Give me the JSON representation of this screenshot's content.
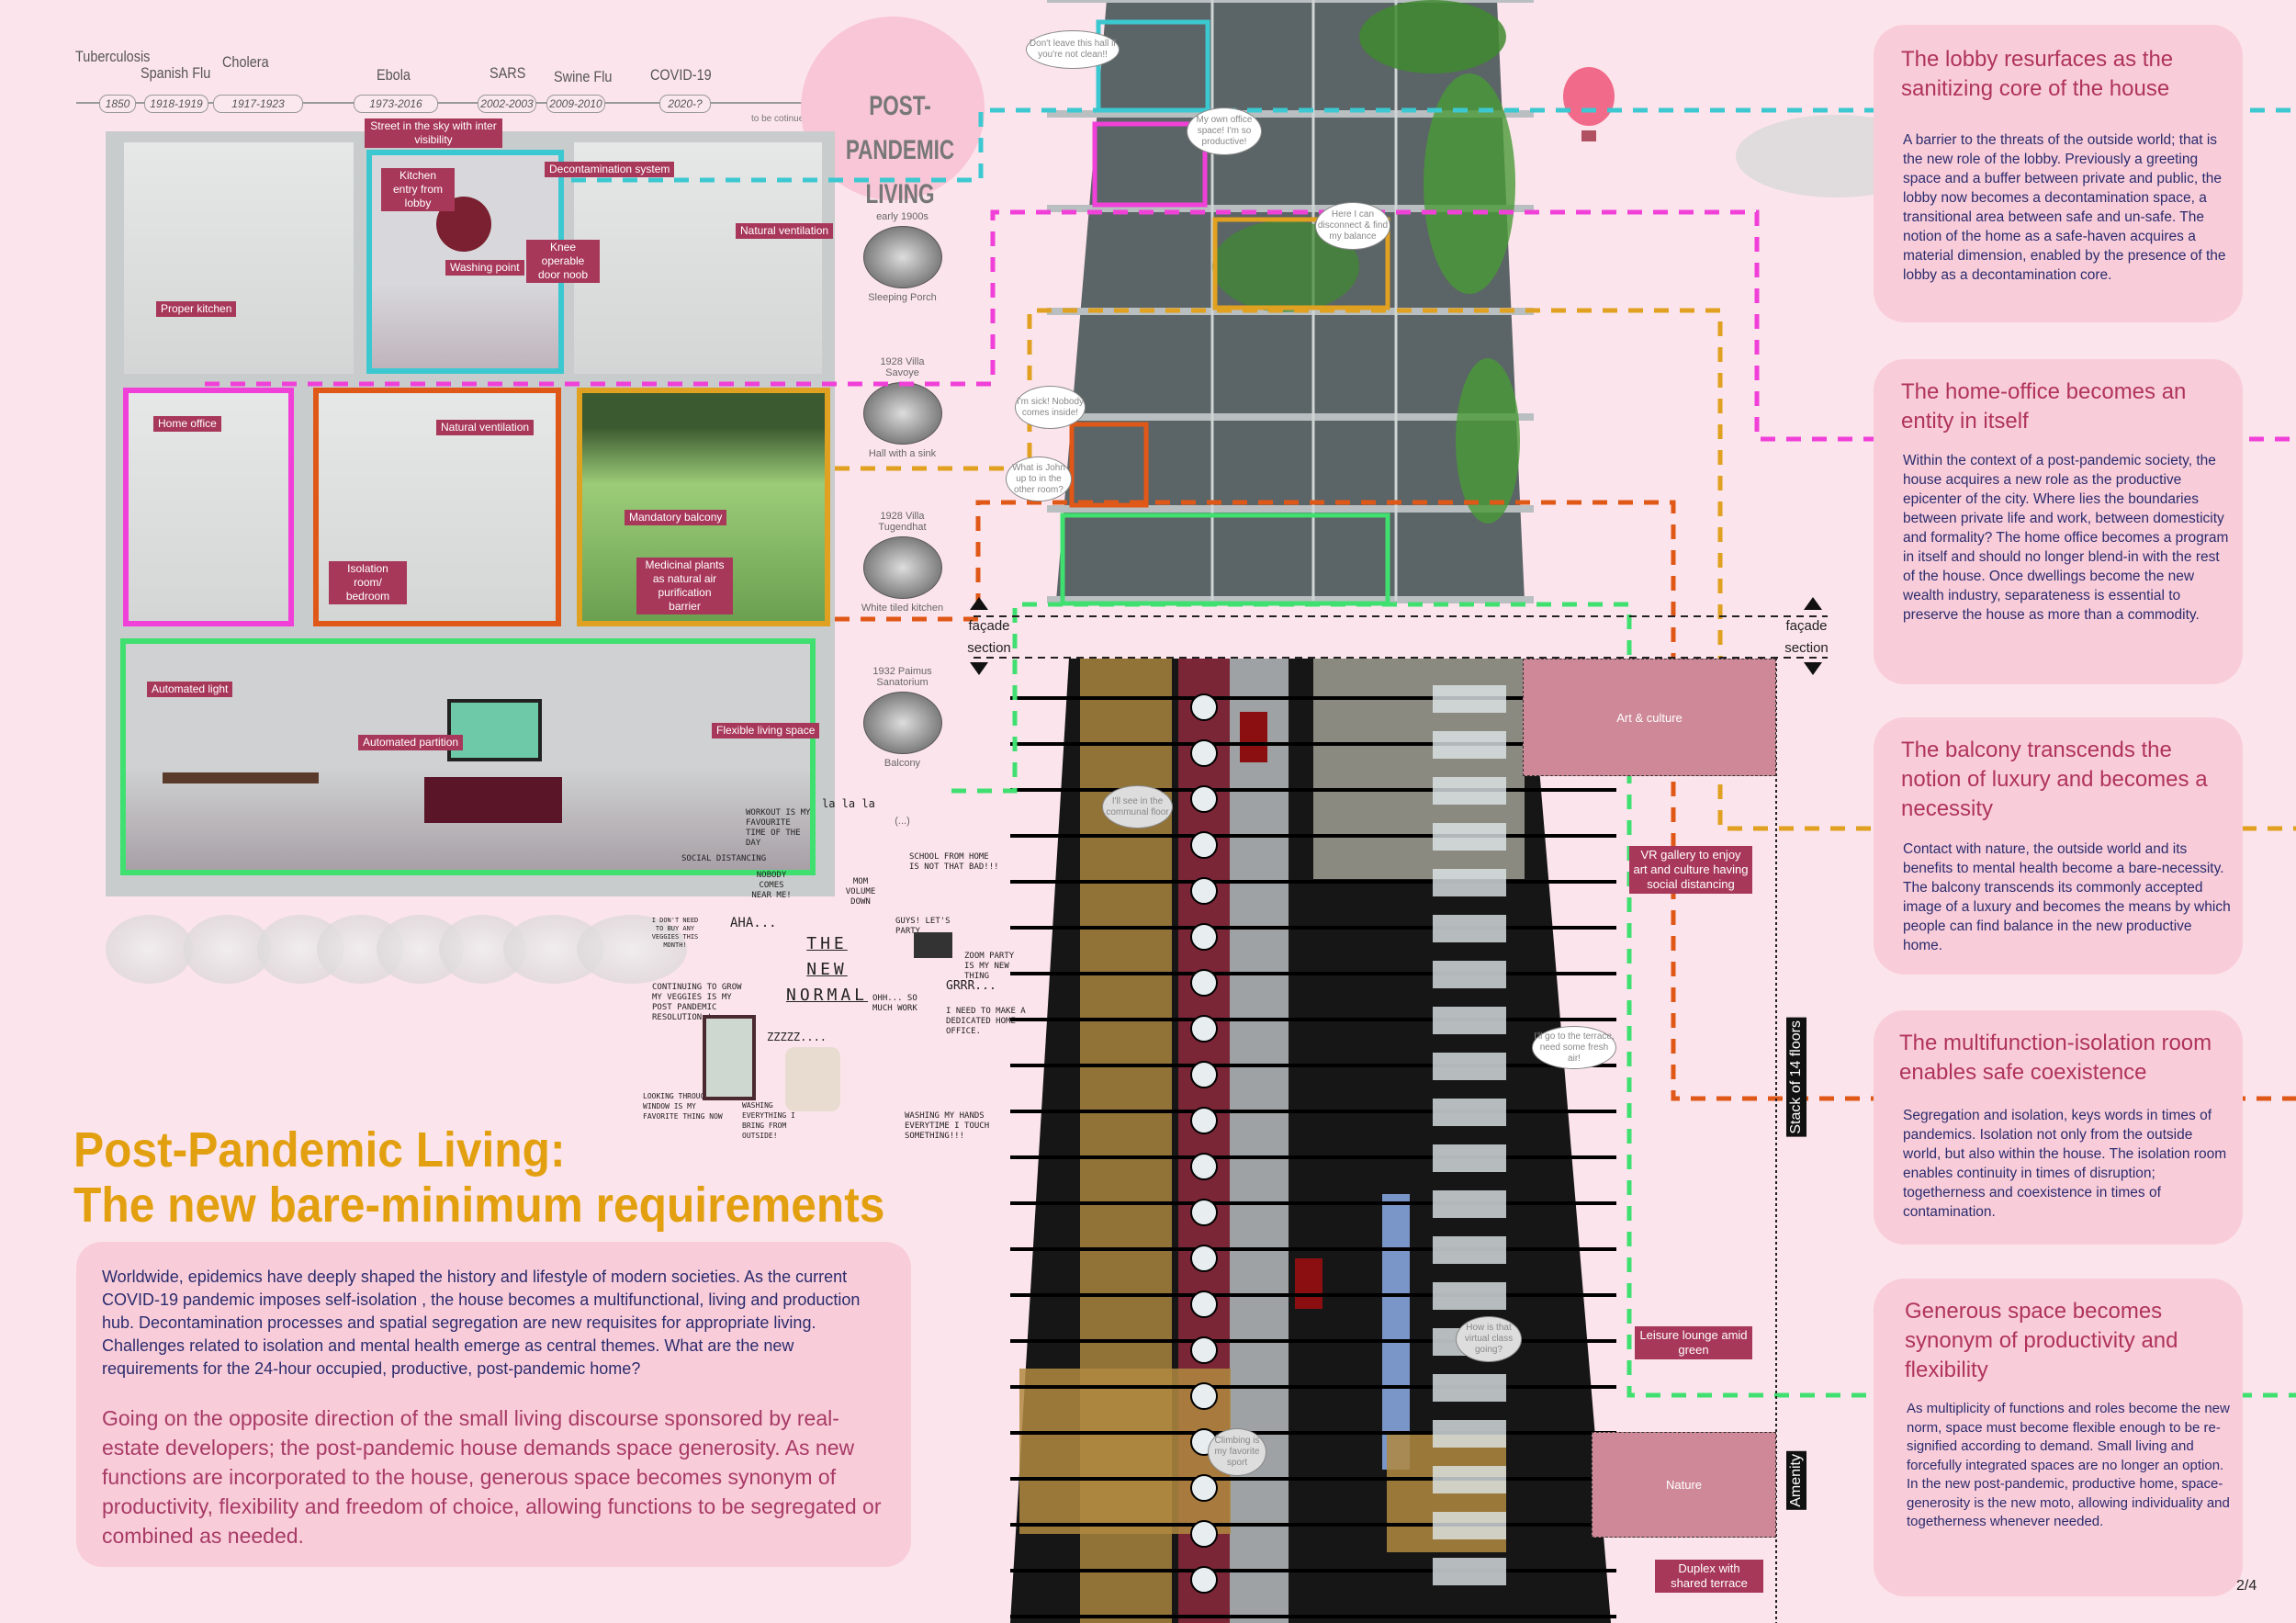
{
  "timeline": {
    "events": [
      {
        "name": "Tuberculosis",
        "date": "1850"
      },
      {
        "name": "Spanish Flu",
        "date": "1918-1919"
      },
      {
        "name": "Cholera",
        "date": "1917-1923"
      },
      {
        "name": "Ebola",
        "date": "1973-2016"
      },
      {
        "name": "SARS",
        "date": "2002-2003"
      },
      {
        "name": "Swine Flu",
        "date": "2009-2010"
      },
      {
        "name": "COVID-19",
        "date": "2020-?"
      }
    ],
    "continued": "to be cotinued",
    "destination_line1": "POST-PANDEMIC",
    "destination_line2": "LIVING"
  },
  "plan_labels": {
    "street_sky": "Street in the sky with inter visibility",
    "kitchen_entry": "Kitchen entry from lobby",
    "decontamination": "Decontamination system",
    "washing_point": "Washing point",
    "knee_door": "Knee operable door noob",
    "natural_ventilation_1": "Natural ventilation",
    "proper_kitchen": "Proper kitchen",
    "home_office": "Home office",
    "natural_ventilation_2": "Natural ventilation",
    "isolation_room": "Isolation room/ bedroom",
    "mandatory_balcony": "Mandatory balcony",
    "medicinal_plants": "Medicinal plants as natural air purification barrier",
    "automated_light": "Automated light",
    "automated_partition": "Automated partition",
    "flexible_living": "Flexible living space"
  },
  "history": [
    {
      "year": "early 1900s",
      "caption": "Sleeping Porch"
    },
    {
      "year": "1928 Villa Savoye",
      "caption": "Hall with a sink"
    },
    {
      "year": "1928 Villa Tugendhat",
      "caption": "White tiled kitchen"
    },
    {
      "year": "1932 Paimus Sanatorium",
      "caption": "Balcony"
    },
    {
      "year": "(...)",
      "caption": ""
    }
  ],
  "new_normal": {
    "title_line1": "THE",
    "title_line2": "NEW",
    "title_line3": "NORMAL",
    "notes": [
      "Workout is my favourite time of the day",
      "Social distancing",
      "Nobody comes near me!",
      "I don't need to buy any veggies this month!",
      "aha...",
      "Continuing to grow my veggies is my post pandemic resolution !",
      "Mom volume down",
      "School from home is not that bad!!!",
      "Guys! Let's party",
      "Zoom party is my new thing",
      "Ohh... so much work",
      "grrr...",
      "I need to make a dedicated home office.",
      "Looking through my window is my favorite thing now",
      "zzzzz....",
      "Washing everything I bring from outside!",
      "Washing my hands everytime I touch something!!!",
      "la la la"
    ]
  },
  "main_title": {
    "line1": "Post-Pandemic Living:",
    "line2": "The new bare-minimum requirements"
  },
  "intro": {
    "paragraph1": "Worldwide, epidemics have deeply shaped the history and lifestyle of modern societies. As the current COVID-19 pandemic imposes self-isolation , the house becomes a multifunctional, living and production hub. Decontamination processes and spatial segregation are new requisites for appropriate living. Challenges related to isolation and mental health emerge as central themes. What are the new requirements for the 24-hour occupied, productive, post-pandemic home?",
    "paragraph2": "Going on the opposite direction of the small living discourse sponsored by real-estate developers; the post-pandemic house demands space generosity. As new functions are incorporated to the house, generous space becomes synonym of productivity, flexibility and freedom of choice, allowing functions to be segregated or combined as needed."
  },
  "tower": {
    "bubbles": [
      "Don't leave this hall if you're not clean!!",
      "My own office space! I'm so productive!",
      "Here I can disconnect & find my balance",
      "I'm sick! Nobody comes inside!",
      "What is John up to in the other room?",
      "I'll see in the communal floor",
      "I'll go to the terrace, need some fresh air!",
      "How is that virtual class going?",
      "Climbing is my favorite sport"
    ],
    "facade_label_line1": "façade",
    "facade_label_line2": "section",
    "art_culture": "Art & culture",
    "vr_gallery": "VR gallery to enjoy art and culture having social distancing",
    "leisure_lounge": "Leisure lounge amid green",
    "nature": "Nature",
    "duplex": "Duplex with shared terrace",
    "stack": "Stack of 14 floors",
    "amenity": "Amenity"
  },
  "cards": [
    {
      "title": "The lobby resurfaces as the sanitizing core of the house",
      "body": "A barrier to the threats of the outside world; that is the new role of the lobby. Previously a greeting space and a buffer between private and public, the lobby now becomes a decontamination space, a transitional area between safe and un-safe. The notion of the home as a safe-haven acquires a material dimension, enabled by the presence of the lobby as a decontamination core."
    },
    {
      "title": "The home-office becomes an entity in itself",
      "body": "Within the context of a post-pandemic society, the house acquires a new role as the productive epicenter of the city. Where lies the boundaries between private life and work, between domesticity and formality? The home office becomes a program in itself and should no longer blend-in with the rest of the house. Once dwellings become the new wealth industry, separateness is essential to preserve the house as more than a commodity."
    },
    {
      "title": "The balcony transcends the notion of luxury and becomes a necessity",
      "body": "Contact with nature, the outside world and its benefits to mental health become a bare-necessity. The balcony transcends its commonly accepted image of a luxury and becomes the means by which people can find balance in the new productive home."
    },
    {
      "title": "The multifunction-isolation room enables safe coexistence",
      "body": "Segregation and isolation, keys words in times of pandemics. Isolation not only from the outside world, but also within the house. The isolation room enables continuity in times of disruption; togetherness and coexistence in times of contamination."
    },
    {
      "title": "Generous space becomes synonym of productivity and flexibility",
      "body": "As multiplicity of functions and roles become the new norm, space must become flexible enough to be re-signified according to demand. Small living and forcefully integrated spaces are no longer an option. In the new post-pandemic, productive home, space-generosity is the new moto, allowing individuality and togetherness whenever needed."
    }
  ],
  "page_number": "2/4",
  "colors": {
    "lobby": "#3cc8d0",
    "office": "#f040d8",
    "balcony": "#e0a020",
    "isolation": "#e05818",
    "generous": "#40e070",
    "title": "#e2a010",
    "label": "#a8385a"
  }
}
